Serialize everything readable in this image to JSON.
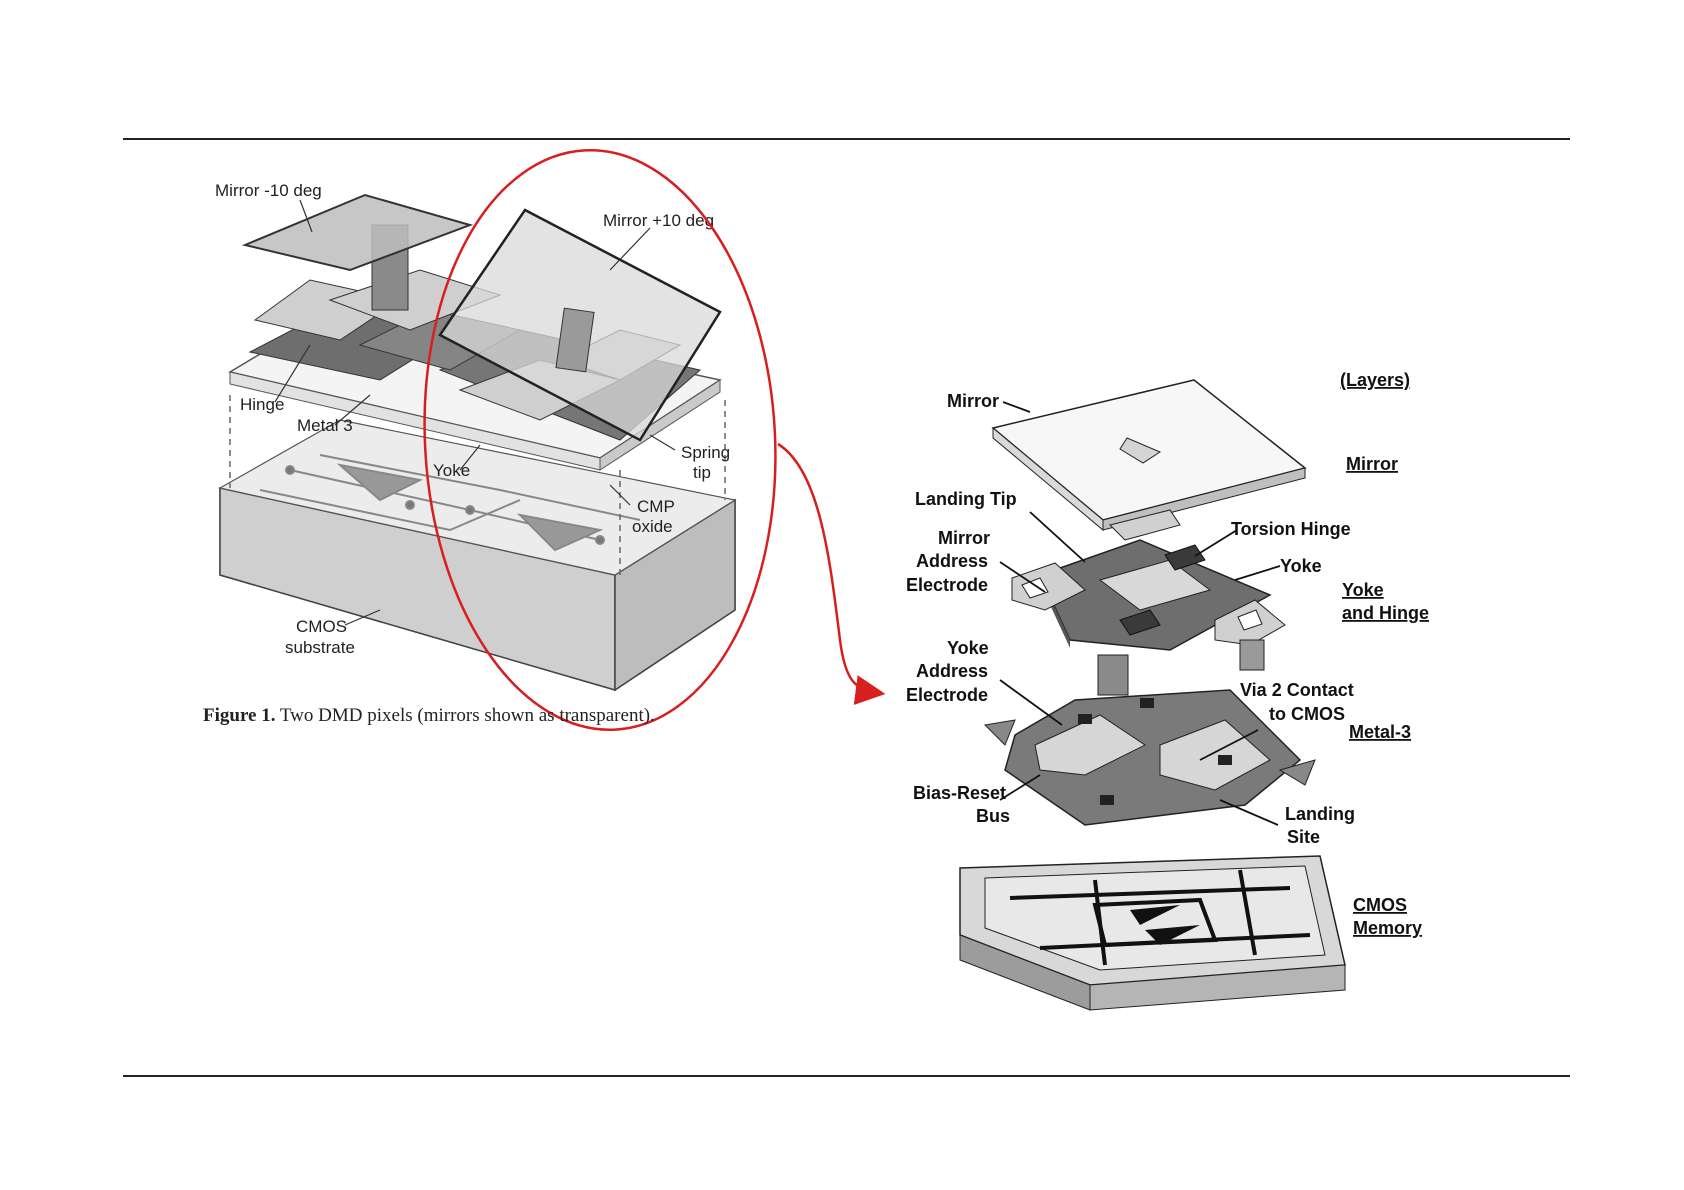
{
  "left_figure": {
    "labels": {
      "mirror_minus": "Mirror -10 deg",
      "mirror_plus": "Mirror +10 deg",
      "hinge": "Hinge",
      "metal3": "Metal 3",
      "yoke": "Yoke",
      "spring": "Spring",
      "tip": "tip",
      "cmp": "CMP",
      "oxide": "oxide",
      "cmos": "CMOS",
      "substrate": "substrate"
    },
    "caption_bold": "Figure 1.",
    "caption_text": " Two DMD pixels (mirrors shown as transparent)."
  },
  "right_figure": {
    "callouts": {
      "mirror": "Mirror",
      "landing_tip": "Landing Tip",
      "mirror_address_1": "Mirror",
      "mirror_address_2": "Address",
      "mirror_address_3": "Electrode",
      "torsion_hinge": "Torsion Hinge",
      "yoke": "Yoke",
      "yoke_address_1": "Yoke",
      "yoke_address_2": "Address",
      "yoke_address_3": "Electrode",
      "via_1": "Via 2 Contact",
      "via_2": "to CMOS",
      "bias_1": "Bias-Reset",
      "bias_2": "Bus",
      "landing_site_1": "Landing",
      "landing_site_2": "Site"
    },
    "layers": {
      "heading": "(Layers)",
      "mirror": "Mirror",
      "yoke_hinge_1": "Yoke",
      "yoke_hinge_2": "and Hinge",
      "metal3": "Metal-3",
      "cmos_1": "CMOS",
      "cmos_2": "Memory"
    }
  },
  "colors": {
    "highlight": "#d81e1e",
    "dark_metal": "#6e6e6e",
    "light_metal": "#d8d8d8",
    "line": "#222222"
  }
}
